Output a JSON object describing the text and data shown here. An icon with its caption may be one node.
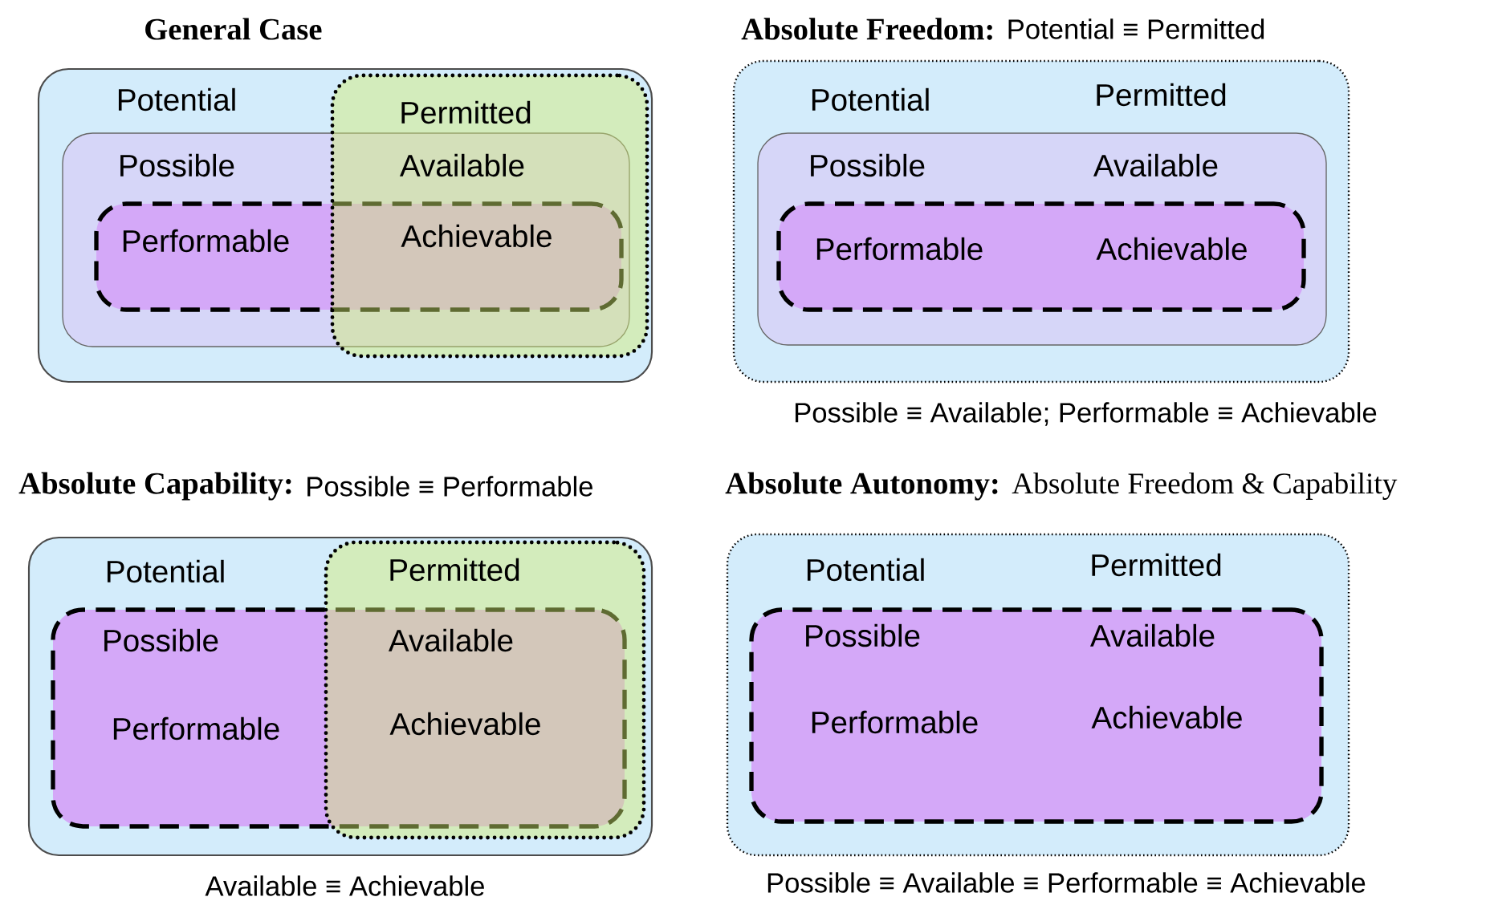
{
  "diagram": {
    "nodes": [
      {
        "text": [
          "Potential"
        ]
      },
      {
        "text": [
          "Permitted"
        ],
        "in": 0
      },
      {
        "text": [
          "Possible"
        ],
        "in": 0
      },
      {
        "text": [
          "Performable"
        ],
        "in": 2
      },
      {
        "text": [
          "Potential",
          "Permitted"
        ]
      },
      {
        "text": [
          "Possible",
          "Available"
        ],
        "in": 4
      },
      {
        "text": [
          "Performable",
          "Achievable"
        ],
        "in": 5
      },
      {
        "text": [
          "Potential"
        ]
      },
      {
        "text": [
          "Permitted"
        ],
        "in": 7
      },
      {
        "text": [
          "Possible",
          "Performable"
        ],
        "in": 7
      },
      {
        "text": [
          "Potential",
          "Permitted"
        ]
      },
      {
        "text": [
          "Possible",
          "Available",
          "Performable",
          "Achievable"
        ],
        "in": 10
      }
    ],
    "labels": [
      "General Case",
      "Absolute Freedom:",
      "Potential ≡ Permitted",
      "Available",
      "Achievable",
      "Possible ≡ Available; Performable ≡ Achievable",
      "Absolute Capability:",
      "Possible ≡ Performable",
      "Absolute Autonomy:",
      "Absolute Freedom & Capability",
      "Available",
      "Achievable",
      "Available ≡ Achievable",
      "Possible ≡ Available ≡ Performable ≡ Achievable"
    ]
  }
}
